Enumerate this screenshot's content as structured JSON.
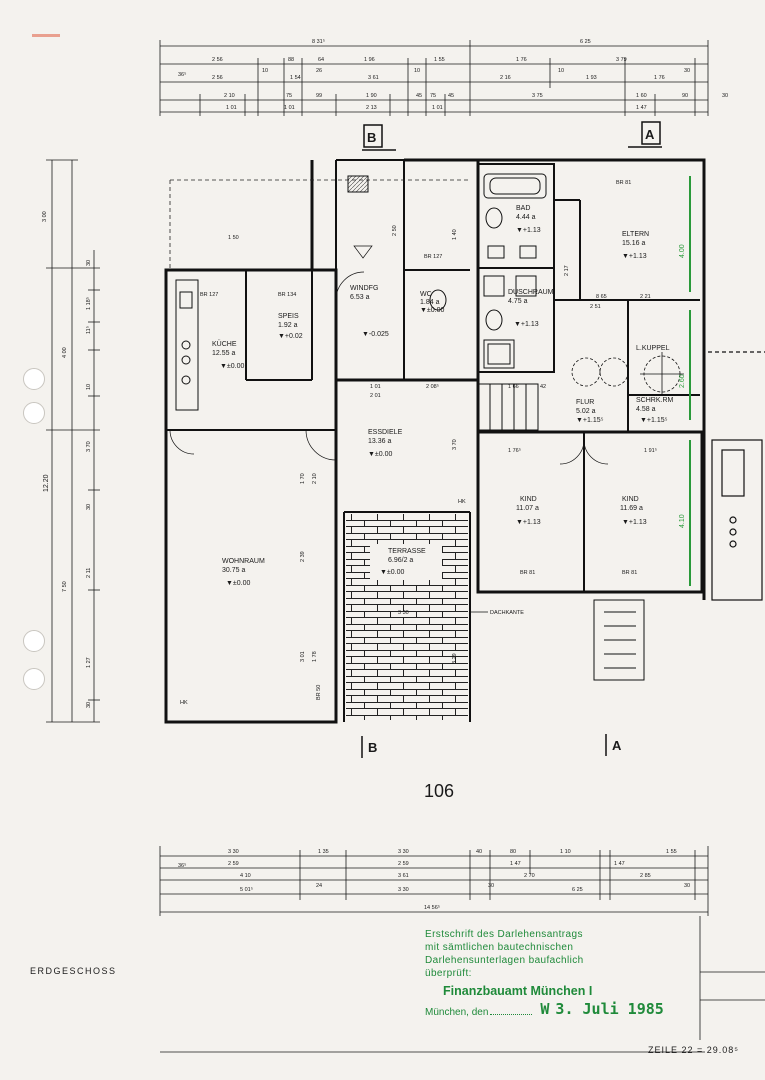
{
  "rooms": {
    "kueche": {
      "name": "KÜCHE",
      "area": "12.55 a",
      "level": "▼±0.00"
    },
    "speis": {
      "name": "SPEIS",
      "area": "1.92 a",
      "level": "▼+0.02"
    },
    "windfg": {
      "name": "WINDFG",
      "area": "6.53 a",
      "level": "▼-0.025"
    },
    "wc": {
      "name": "WC",
      "area": "1.84 a",
      "level": "▼±0.00"
    },
    "bad": {
      "name": "BAD",
      "area": "4.44 a",
      "level": "▼+1.13"
    },
    "duschraum": {
      "name": "DUSCHRAUM",
      "area": "4.75 a",
      "level": "▼+1.13"
    },
    "eltern": {
      "name": "ELTERN",
      "area": "15.16 a",
      "level": "▼+1.13"
    },
    "kuppel": {
      "name": "L.KUPPEL"
    },
    "flur": {
      "name": "FLUR",
      "area": "5.02 a",
      "level": "▼+1.15⁵"
    },
    "schrank": {
      "name": "SCHRK.RM",
      "area": "4.58 a",
      "level": "▼+1.15⁵"
    },
    "essdiele": {
      "name": "ESSDIELE",
      "area": "13.36 a",
      "level": "▼±0.00"
    },
    "kind1": {
      "name": "KIND",
      "area": "11.07 a",
      "level": "▼+1.13"
    },
    "kind2": {
      "name": "KIND",
      "area": "11.69 a",
      "level": "▼+1.13"
    },
    "wohnraum": {
      "name": "WOHNRAUM",
      "area": "30.75 a",
      "level": "▼±0.00"
    },
    "terrasse": {
      "name": "TERRASSE",
      "area": "6.96/2 a",
      "level": "▼±0.00"
    }
  },
  "labels": {
    "br127a": "BR 127",
    "br134": "BR 134",
    "br127b": "BR 127",
    "br81a": "BR 81",
    "br81b": "BR 81",
    "br81c": "BR 81",
    "br50": "BR 50",
    "hk1": "HK",
    "hk2": "HK",
    "dachkante": "DACHKANTE",
    "sheet_number": "106",
    "section_b_top": "B",
    "section_b_bottom": "B",
    "section_a_top": "A",
    "section_a_bottom": "A"
  },
  "dims_top": {
    "overall": "8 31⁵",
    "right": "6 25",
    "r1": [
      "2 56",
      "88",
      "64",
      "1 96",
      "1 55",
      "1 76",
      "3 79"
    ],
    "r2": [
      "36⁵",
      "2 56",
      "10",
      "1 54",
      "26",
      "3 61",
      "10",
      "2 16",
      "10",
      "1 93",
      "1 76",
      "30"
    ],
    "r3": [
      "2 10",
      "75",
      "99",
      "1 90",
      "45",
      "75",
      "45",
      "3 75",
      "1 60",
      "90",
      "30"
    ],
    "r4": [
      "1 01",
      "1 01",
      "2 13",
      "1 01",
      "1 47"
    ]
  },
  "dims_bottom": {
    "r1": [
      "3 30",
      "1 35",
      "3 30",
      "40",
      "80",
      "1 10",
      "1 55"
    ],
    "r2": [
      "36⁵",
      "2 59",
      "2 59",
      "1 47",
      "1 47"
    ],
    "r3": [
      "4 10",
      "3 61",
      "2 70"
    ],
    "r4": [
      "5 01⁵",
      "24",
      "3 30",
      "30",
      "6 25",
      "2 85",
      "30"
    ],
    "overall": "14 56⁵"
  },
  "dims_left": {
    "total": "12.20",
    "left_col": [
      "3 00",
      "4 00",
      "7 50"
    ],
    "right_col": [
      "30",
      "1 18⁵",
      "11⁵",
      "10",
      "3 70",
      "30",
      "2 11",
      "1 27",
      "30"
    ]
  },
  "dims_inner": [
    "1 50",
    "2 50",
    "1 40",
    "2 17",
    "1 01",
    "2 01",
    "2 08⁵",
    "1 66",
    "42",
    "1 76⁵",
    "1 91⁵",
    "2 21",
    "1 70",
    "2 10",
    "2 39",
    "3 01",
    "1 78",
    "3 70",
    "3 29",
    "3 30",
    "4.00",
    "4.10",
    "2.60",
    "8 65",
    "2 51"
  ],
  "floor_label": "ERDGESCHOSS",
  "footer_note": "ZEILE 22 = 29.08⁵",
  "stamp": {
    "lines": [
      "Erstschrift des Darlehensantrags",
      "mit sämtlichen bautechnischen",
      "Darlehensunterlagen baufachlich",
      "überprüft:"
    ],
    "office": "Finanzbauamt München I",
    "city": "München, den",
    "initial": "W",
    "date": "3. Juli 1985"
  },
  "colors": {
    "paper": "#f4f2ee",
    "ink": "#1a1a1a",
    "stamp_green": "#1f8a3a",
    "window_green": "#2a9a3a"
  }
}
